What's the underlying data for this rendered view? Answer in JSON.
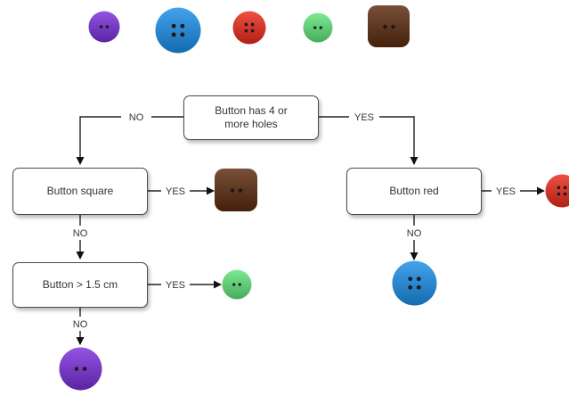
{
  "legend_buttons": [
    {
      "name": "purple-round-2-holes",
      "color": "#7b2fdc",
      "shape": "circle",
      "holes": 2
    },
    {
      "name": "blue-round-4-holes",
      "color": "#1a8fe8",
      "shape": "circle",
      "holes": 4
    },
    {
      "name": "red-round-4-holes",
      "color": "#ea2a1a",
      "shape": "circle",
      "holes": 4
    },
    {
      "name": "green-round-2-holes",
      "color": "#5fe57a",
      "shape": "circle",
      "holes": 2
    },
    {
      "name": "brown-square-2-holes",
      "color": "#5a2a0e",
      "shape": "square",
      "holes": 2
    }
  ],
  "decisions": {
    "root": "Button has 4 or\nmore holes",
    "square": "Button square",
    "size": "Button > 1.5 cm",
    "red": "Button red"
  },
  "edge_labels": {
    "root_no": "NO",
    "root_yes": "YES",
    "square_yes": "YES",
    "square_no": "NO",
    "size_yes": "YES",
    "size_no": "NO",
    "red_yes": "YES",
    "red_no": "NO"
  },
  "outcomes": {
    "square_yes": {
      "color": "#5a2a0e",
      "shape": "square",
      "holes": 2
    },
    "size_yes": {
      "color": "#5fe57a",
      "shape": "circle",
      "holes": 2
    },
    "size_no": {
      "color": "#7b2fdc",
      "shape": "circle",
      "holes": 2
    },
    "red_yes": {
      "color": "#ea2a1a",
      "shape": "circle",
      "holes": 4
    },
    "red_no": {
      "color": "#1a8fe8",
      "shape": "circle",
      "holes": 4
    }
  }
}
